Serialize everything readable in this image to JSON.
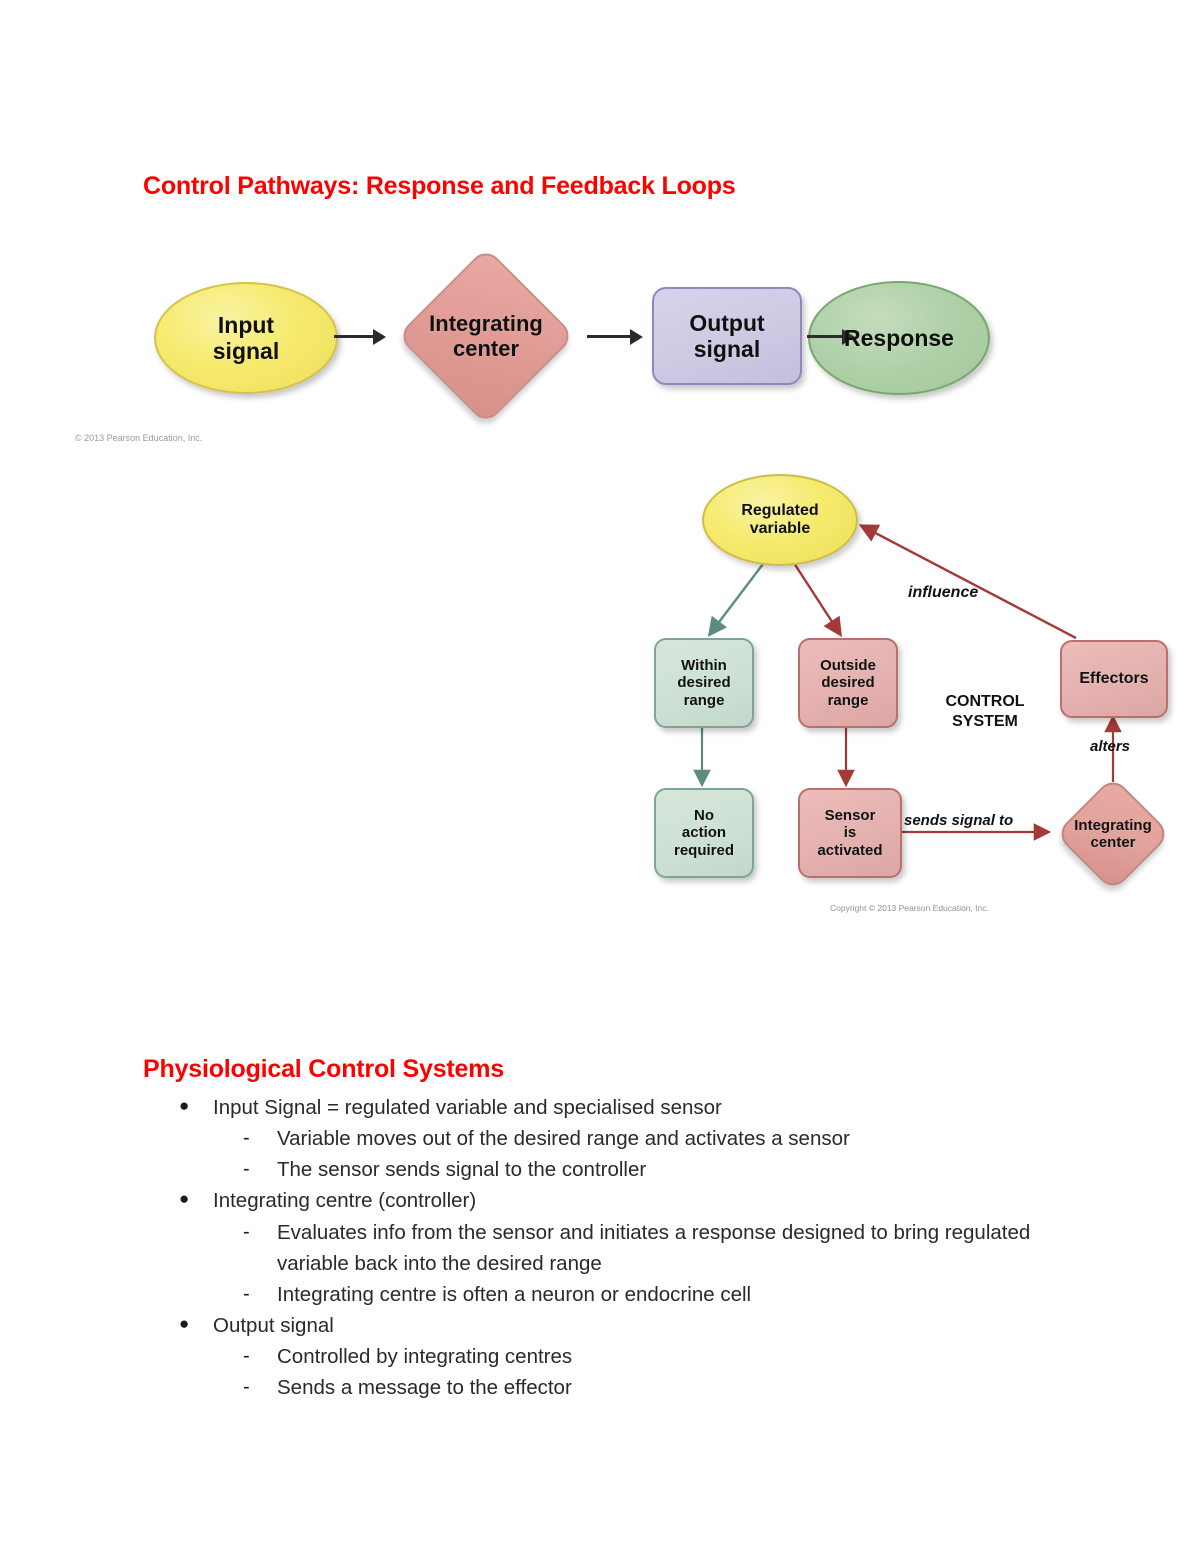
{
  "headings": {
    "main_title": "Control Pathways: Response and Feedback Loops",
    "section_title": "Physiological Control Systems"
  },
  "diagram1": {
    "credit": "© 2013 Pearson Education, Inc.",
    "nodes": {
      "input_signal": "Input\nsignal",
      "integrating_center": "Integrating\ncenter",
      "output_signal": "Output\nsignal",
      "response": "Response"
    }
  },
  "diagram2": {
    "credit": "Copyright © 2013 Pearson Education, Inc.",
    "nodes": {
      "regulated_variable": "Regulated\nvariable",
      "within_desired_range": "Within\ndesired\nrange",
      "outside_desired_range": "Outside\ndesired\nrange",
      "no_action_required": "No\naction\nrequired",
      "sensor_is_activated": "Sensor\nis\nactivated",
      "effectors": "Effectors",
      "integrating_center": "Integrating\ncenter"
    },
    "edge_labels": {
      "influence": "influence",
      "alters": "alters",
      "sends_signal_to": "sends signal to"
    },
    "group_label": "CONTROL\nSYSTEM"
  },
  "bullets": [
    {
      "level": 1,
      "marker": "●",
      "text": "Input Signal = regulated variable and specialised sensor"
    },
    {
      "level": 2,
      "marker": "-",
      "text": "Variable moves out of the desired range and activates a sensor"
    },
    {
      "level": 2,
      "marker": "-",
      "text": "The sensor sends signal to the controller"
    },
    {
      "level": 1,
      "marker": "●",
      "text": "Integrating centre (controller)"
    },
    {
      "level": 2,
      "marker": "-",
      "text": "Evaluates info from the sensor and initiates a response designed to bring regulated variable back into the desired range"
    },
    {
      "level": 2,
      "marker": "-",
      "text": "Integrating centre is often a neuron or endocrine cell"
    },
    {
      "level": 1,
      "marker": "●",
      "text": "Output signal"
    },
    {
      "level": 2,
      "marker": "-",
      "text": "Controlled by integrating centres"
    },
    {
      "level": 2,
      "marker": "-",
      "text": "Sends a message to the effector"
    }
  ],
  "colors": {
    "heading_red": "#FF0000",
    "yellow_node": "#F5EA6C",
    "salmon_node": "#E09A94",
    "lavender_node": "#CCC9E3",
    "green_node": "#AED0A7",
    "pale_green_node": "#CCE0D3",
    "pink_node": "#E3B0AE",
    "arrow_dark": "#2B2B2B",
    "arrow_red": "#A33A38",
    "arrow_teal": "#5C8C80"
  }
}
